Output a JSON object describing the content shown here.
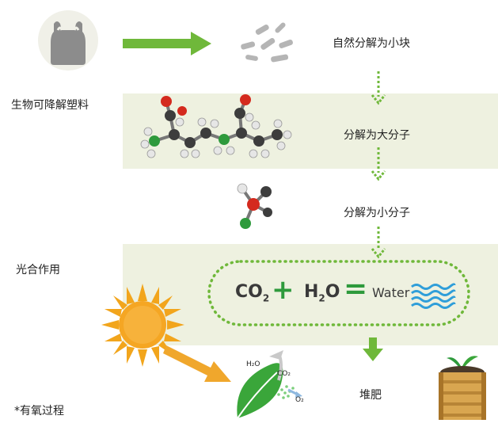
{
  "labels": {
    "biodegradable_plastic": "生物可降解塑料",
    "photosynthesis": "光合作用",
    "aerobic_process": "*有氧过程"
  },
  "steps": {
    "small_pieces": "自然分解为小块",
    "large_molecules": "分解为大分子",
    "small_molecules": "分解为小分子",
    "compost": "堆肥"
  },
  "equation": {
    "co2_main": "CO",
    "co2_sub": "2",
    "plus": "+",
    "h2o_h": "H",
    "h2o_sub": "2",
    "h2o_o": "O",
    "equals": "=",
    "water": "Water"
  },
  "leaf_labels": {
    "h2o": "H₂O",
    "co2": "CO₂",
    "o2": "O₂"
  },
  "colors": {
    "green": "#6fb83a",
    "band": "#eef1e0",
    "sun": "#f2a51c",
    "water": "#2f9ed9"
  }
}
